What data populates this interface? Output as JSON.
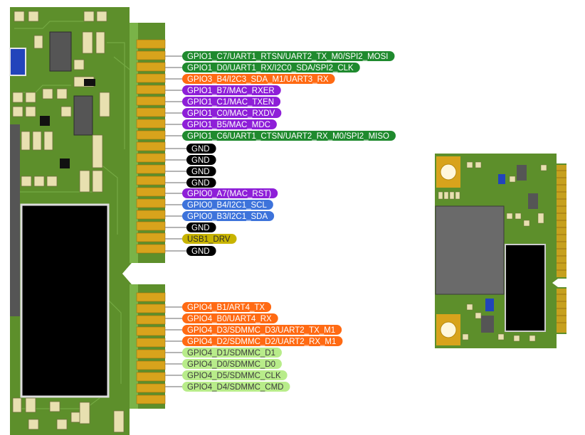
{
  "colors": {
    "board": "#5a8a2a",
    "board_dark": "#3f6b1c",
    "gold": "#d9a520",
    "green": "#1f8a2e",
    "orange": "#ff6a13",
    "purple": "#8e1fd8",
    "black": "#000000",
    "blue": "#3d73db",
    "yellow": "#c8b400",
    "light_green": "#b8ec8a"
  },
  "pins_upper": [
    {
      "label": "GPIO1_C7/UART1_RTSN/UART2_TX_M0/SPI2_MOSI",
      "color": "green"
    },
    {
      "label": "GPIO1_D0/UART1_RX/I2C0_SDA/SPI2_CLK",
      "color": "green"
    },
    {
      "label": "GPIO3_B4/I2C3_SDA_M1/UART3_RX",
      "color": "orange"
    },
    {
      "label": "GPIO1_B7/MAC_RXER",
      "color": "purple"
    },
    {
      "label": "GPIO1_C1/MAC_TXEN",
      "color": "purple"
    },
    {
      "label": "GPIO1_C0/MAC_RXDV",
      "color": "purple"
    },
    {
      "label": "GPIO1_B5/MAC_MDC",
      "color": "purple"
    },
    {
      "label": "GPIO1_C6/UART1_CTSN/UART2_RX_M0/SPI2_MISO",
      "color": "green"
    },
    {
      "label": "GND",
      "color": "black"
    },
    {
      "label": "GND",
      "color": "black"
    },
    {
      "label": "GND",
      "color": "black"
    },
    {
      "label": "GND",
      "color": "black"
    },
    {
      "label": "GPIO0_A7(MAC_RST)",
      "color": "purple"
    },
    {
      "label": "GPIO0_B4/I2C1_SCL",
      "color": "blue"
    },
    {
      "label": "GPIO0_B3/I2C1_SDA",
      "color": "blue"
    },
    {
      "label": "GND",
      "color": "black"
    },
    {
      "label": "USB1_DRV",
      "color": "yellow"
    },
    {
      "label": "GND",
      "color": "black"
    }
  ],
  "pins_lower": [
    {
      "label": "GPIO4_B1/ART4_TX",
      "color": "orange"
    },
    {
      "label": "GPIO4_B0/UART4_RX",
      "color": "orange"
    },
    {
      "label": "GPIO4_D3/SDMMC_D3/UART2_TX_M1",
      "color": "orange"
    },
    {
      "label": "GPIO4_D2/SDMMC_D2/UART2_RX_M1",
      "color": "orange"
    },
    {
      "label": "GPIO4_D1/SDMMC_D1",
      "color": "light_green"
    },
    {
      "label": "GPIO4_D0/SDMMC_D0",
      "color": "light_green"
    },
    {
      "label": "GPIO4_D5/SDMMC_CLK",
      "color": "light_green"
    },
    {
      "label": "GPIO4_D4/SDMMC_CMD",
      "color": "light_green"
    }
  ]
}
